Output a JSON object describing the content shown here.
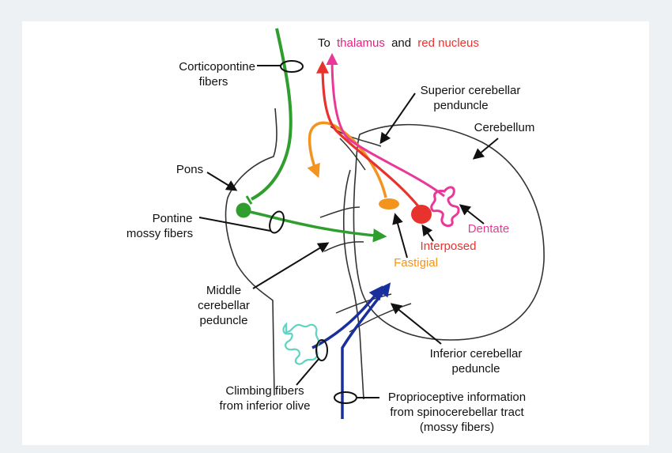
{
  "labels": {
    "to": "To",
    "thalamus": "thalamus",
    "and": "and",
    "red_nucleus": "red nucleus",
    "corticopontine_1": "Corticopontine",
    "corticopontine_2": "fibers",
    "superior_1": "Superior cerebellar",
    "superior_2": "penduncle",
    "cerebellum": "Cerebellum",
    "pons": "Pons",
    "pontine_1": "Pontine",
    "pontine_2": "mossy fibers",
    "dentate": "Dentate",
    "interposed": "Interposed",
    "fastigial": "Fastigial",
    "middle_1": "Middle",
    "middle_2": "cerebellar",
    "middle_3": "peduncle",
    "inferior_1": "Inferior cerebellar",
    "inferior_2": "peduncle",
    "climbing_1": "Climbing fibers",
    "climbing_2": "from inferior olive",
    "proprio_1": "Proprioceptive information",
    "proprio_2": "from spinocerebellar tract",
    "proprio_3": "(mossy fibers)"
  },
  "colors": {
    "green": "#2f9e2f",
    "pink": "#e8399a",
    "red": "#e8322e",
    "orange": "#f2941e",
    "blue": "#1a2f9e",
    "teal": "#5ed3c4",
    "thalamus_text": "#e2237e",
    "red_nucleus_text": "#e8322e",
    "dentate_text": "#e8399a",
    "interposed_text": "#e8322e",
    "fastigial_text": "#f2941e"
  }
}
